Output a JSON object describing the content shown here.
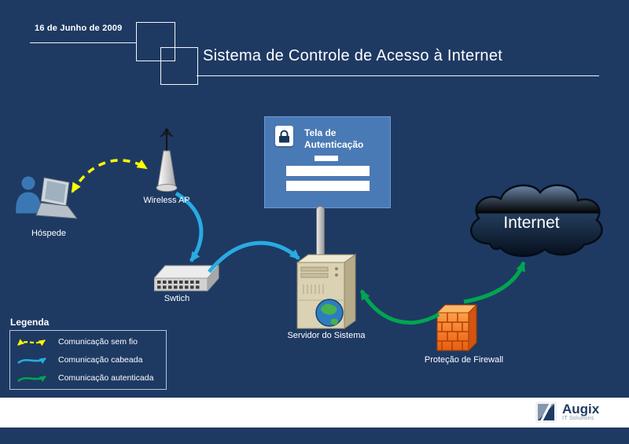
{
  "slide": {
    "date": "16 de Junho de 2009",
    "title": "Sistema de Controle de Acesso à Internet"
  },
  "auth": {
    "title_line1": "Tela de",
    "title_line2": "Autenticação"
  },
  "nodes": {
    "guest": {
      "label": "Hóspede"
    },
    "wireless_ap": {
      "label": "Wireless AP"
    },
    "switch": {
      "label": "Swtich"
    },
    "server": {
      "label": "Servidor do Sistema"
    },
    "firewall": {
      "label": "Proteção de Firewall"
    },
    "internet": {
      "label": "Internet"
    }
  },
  "legend": {
    "title": "Legenda",
    "items": [
      {
        "id": "wireless",
        "label": "Comunicação sem fio",
        "color": "#ffff00",
        "line_style": "dashed"
      },
      {
        "id": "wired",
        "label": "Comunicação cabeada",
        "color": "#29abe2",
        "line_style": "solid"
      },
      {
        "id": "authenticated",
        "label": "Comunicação autenticada",
        "color": "#00a651",
        "line_style": "solid"
      }
    ]
  },
  "footer": {
    "brand": "Augix",
    "brand_sub": "IT Solutions"
  },
  "colors": {
    "background": "#1e3a63",
    "wireless": "#ffff00",
    "wired": "#29abe2",
    "authenticated": "#00a651",
    "auth_panel": "#4a7ab5",
    "firewall": "#f58220",
    "brand_navy": "#1f3b63"
  }
}
